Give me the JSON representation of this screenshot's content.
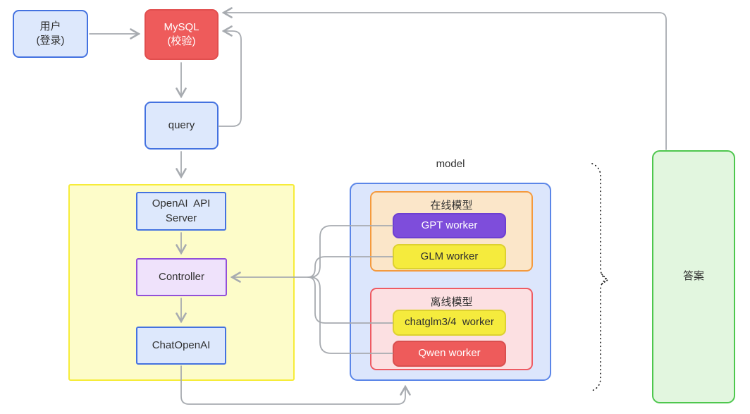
{
  "diagram": {
    "title": "model",
    "nodes": {
      "user": {
        "label": "用户\n(登录)"
      },
      "mysql": {
        "label": "MySQL\n(校验)"
      },
      "query": {
        "label": "query"
      },
      "openai_api_server": {
        "label": "OpenAI  API Server"
      },
      "controller": {
        "label": "Controller"
      },
      "chatopenai": {
        "label": "ChatOpenAI"
      },
      "online_group": {
        "label": "在线模型"
      },
      "gpt_worker": {
        "label": "GPT worker"
      },
      "glm_worker": {
        "label": "GLM worker"
      },
      "offline_group": {
        "label": "离线模型"
      },
      "chatglm_worker": {
        "label": "chatglm3/4  worker"
      },
      "qwen_worker": {
        "label": "Qwen worker"
      },
      "answer": {
        "label": "答案"
      }
    },
    "colors": {
      "node_blue_fill": "#dde8fc",
      "node_blue_border": "#4472e0",
      "node_red_fill": "#ee5b5b",
      "node_purple_fill": "#7e4ddb",
      "controller_fill": "#efe2fb",
      "controller_border": "#9250d8",
      "worker_yellow_fill": "#f5eb3d",
      "yellow_container_fill": "#fdfcc9",
      "yellow_container_border": "#f6ec39",
      "model_container_fill": "#dce6fc",
      "model_container_border": "#5b86e8",
      "online_group_fill": "#fbe6c9",
      "online_group_border": "#f49a3e",
      "offline_group_fill": "#fce0e2",
      "offline_group_border": "#ee5b63",
      "answer_fill": "#e2f6df",
      "answer_border": "#4ec74e",
      "arrow_gray": "#a7abb0",
      "brace_black": "#1a1a1a"
    }
  }
}
